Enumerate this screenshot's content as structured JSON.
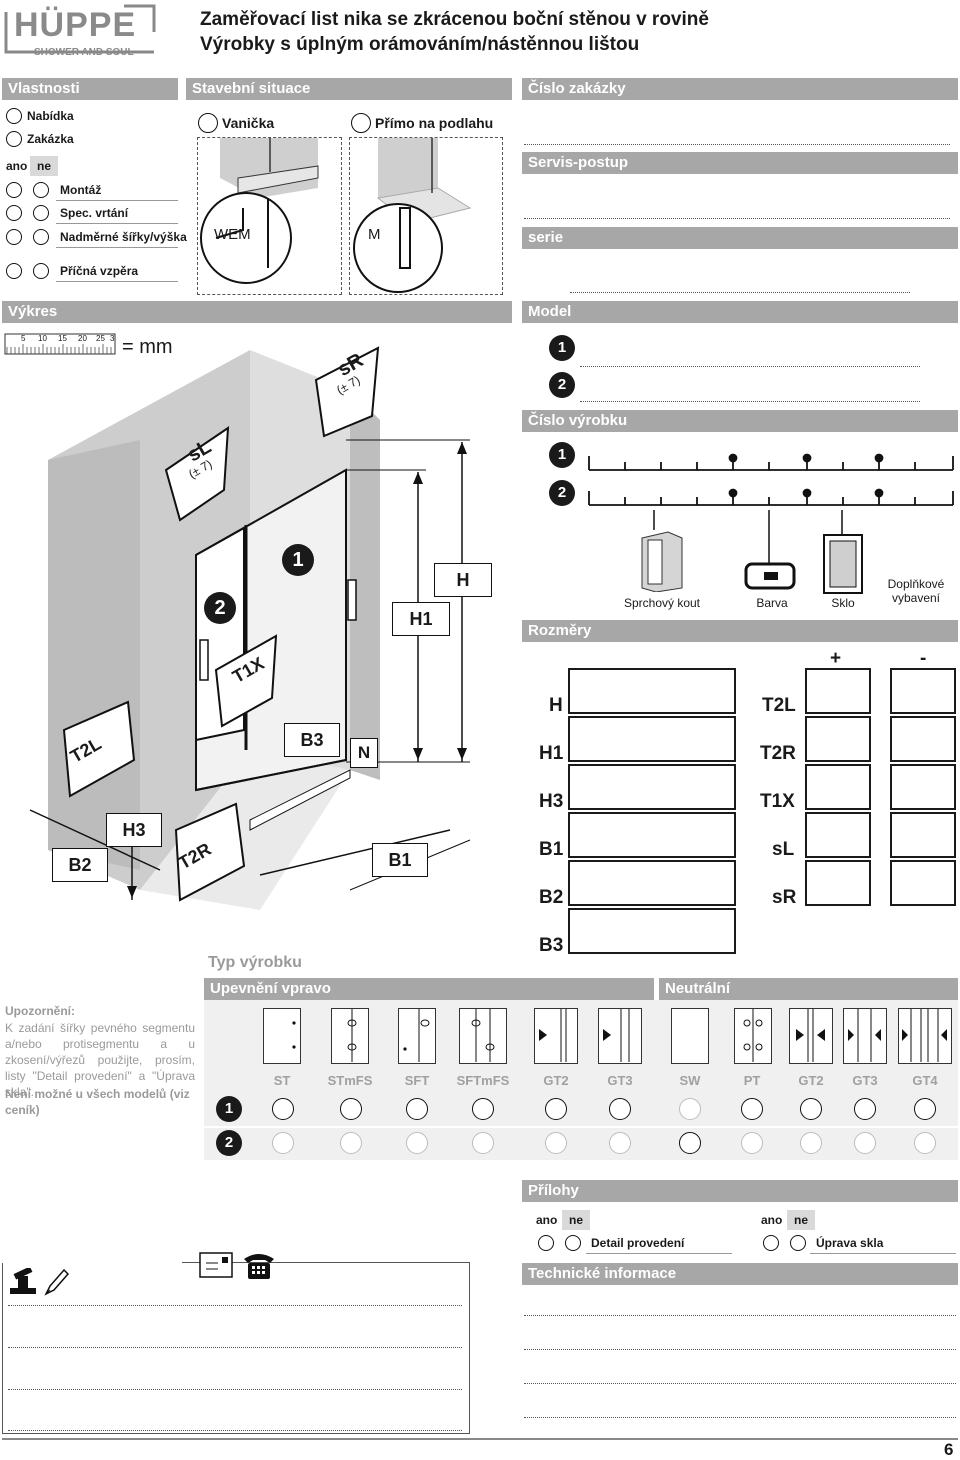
{
  "header": {
    "brand": "HÜPPE",
    "brand_sub": "SHOWER AND SOUL",
    "title_line1": "Zaměřovací list nika se zkrácenou boční stěnou v rovině",
    "title_line2": "Výrobky s úplným orámováním/nástěnnou lištou"
  },
  "vlastnosti": {
    "title": "Vlastnosti",
    "opt1": "Nabídka",
    "opt2": "Zakázka",
    "ano": "ano",
    "ne": "ne",
    "row1": "Montáž",
    "row2": "Spec. vrtání",
    "row3": "Nadměrné šířky/výška",
    "row4": "Příčná vzpěra"
  },
  "stavebni": {
    "title": "Stavební situace",
    "opt1": "Vanička",
    "opt2": "Přímo na podlahu",
    "detail1": "WEM",
    "detail2": "M"
  },
  "right": {
    "cislo_zakazky": "Číslo zakázky",
    "servis": "Servis-postup",
    "serie": "serie",
    "model": "Model",
    "cislo_vyrobku": "Číslo výrobku",
    "n1": "1",
    "n2": "2",
    "icon_labels": [
      "Sprchový kout",
      "Barva",
      "Sklo",
      "Doplňkové vybavení"
    ]
  },
  "vykres": {
    "title": "Výkres",
    "ruler_ticks": [
      "5",
      "10",
      "15",
      "20",
      "25",
      "3"
    ],
    "scale_text": "= mm",
    "labels": {
      "sL": "sL",
      "sL_tol": "(± 7)",
      "sR": "sR",
      "sR_tol": "(± 7)",
      "T1X": "T1X",
      "T2L": "T2L",
      "T2R": "T2R",
      "H": "H",
      "H1": "H1",
      "H3": "H3",
      "B1": "B1",
      "B2": "B2",
      "B3": "B3",
      "N": "N",
      "n1": "1",
      "n2": "2"
    }
  },
  "rozmery": {
    "title": "Rozměry",
    "plus": "+",
    "minus": "-",
    "left": [
      "H",
      "H1",
      "H3",
      "B1",
      "B2",
      "B3"
    ],
    "right": [
      "T2L",
      "T2R",
      "T1X",
      "sL",
      "sR"
    ]
  },
  "upozorneni": {
    "title": "Upozornění:",
    "body": "K zadání šířky pevného segmentu a/nebo protisegmentu a u zkosení/výřezů použijte, prosím, listy \"Detail provedení\" a \"Úprava skla\".",
    "bold": "Není možné u všech modelů (viz ceník)"
  },
  "typ": {
    "title": "Typ výrobku",
    "upevneni": "Upevnění vpravo",
    "neutralni": "Neutrální",
    "cols": [
      "ST",
      "STmFS",
      "SFT",
      "SFTmFS",
      "GT2",
      "GT3",
      "SW",
      "PT",
      "GT2",
      "GT3",
      "GT4"
    ],
    "row1": "1",
    "row2": "2"
  },
  "prilohy": {
    "title": "Přílohy",
    "ano": "ano",
    "ne": "ne",
    "item1": "Detail provedení",
    "item2": "Úprava skla"
  },
  "technicke": {
    "title": "Technické informace"
  },
  "page_number": "6"
}
